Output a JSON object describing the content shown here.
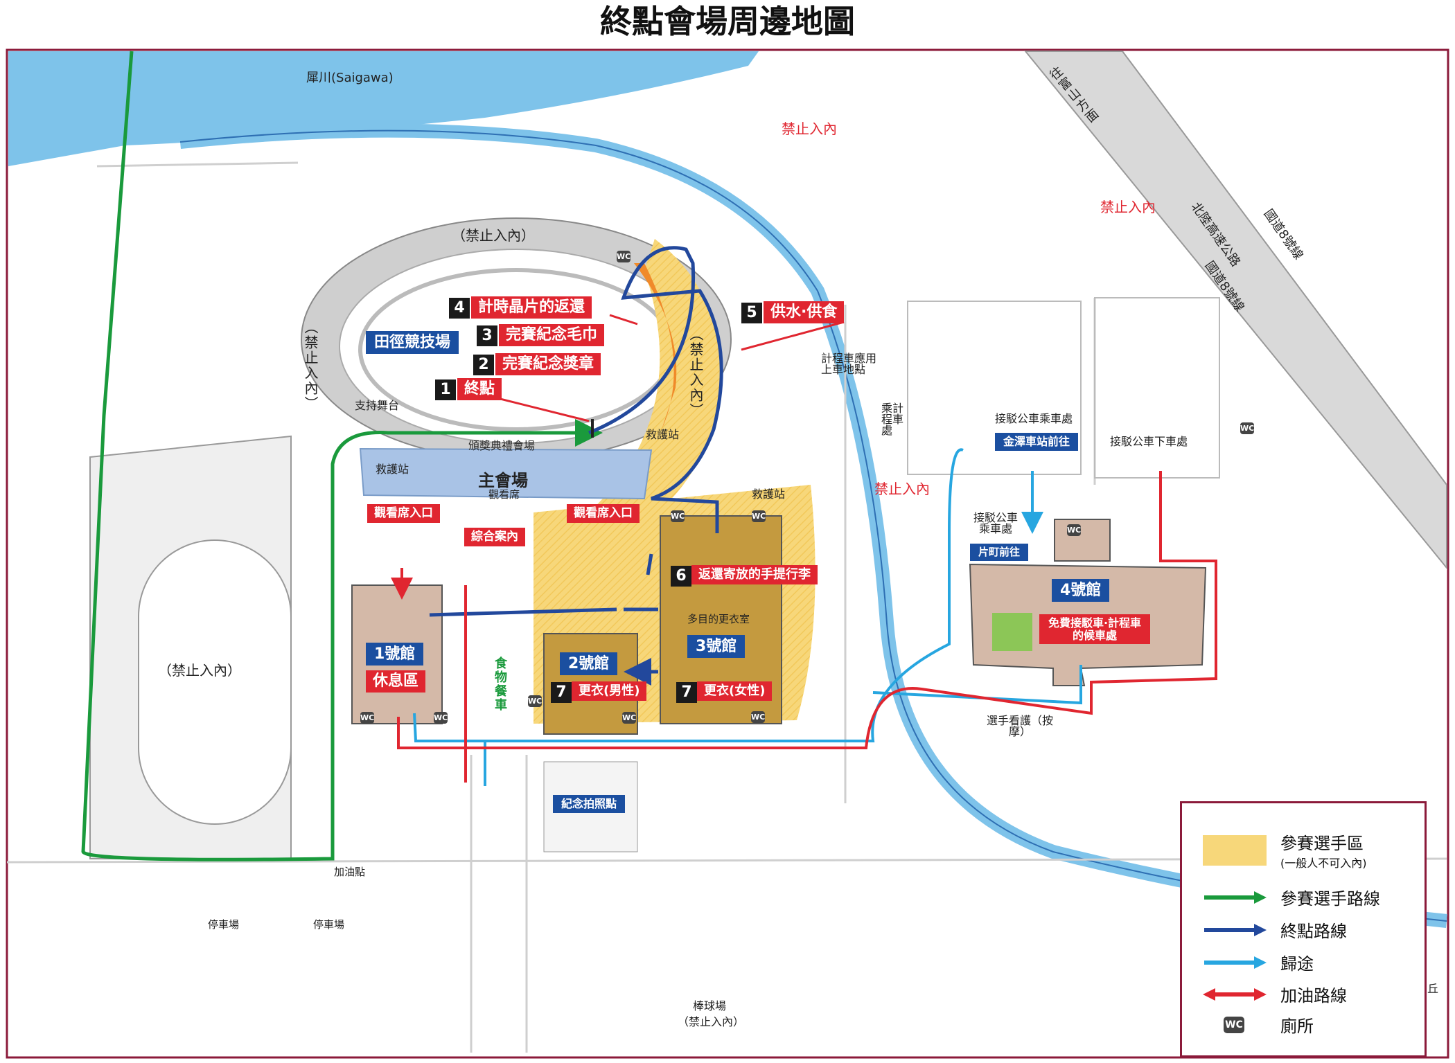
{
  "title": "終點會場周邊地圖",
  "map": {
    "areas": {
      "river": "犀川(Saigawa)",
      "toyama_direction": "往富山方面",
      "hokuriku_expressway": "北陸高速公路",
      "route8_a": "國道8號線",
      "route8_b": "國道8號線",
      "stadium_top_restricted": "（禁止入內）",
      "stadium_left_restricted": "（禁止入內）",
      "stadium_right_restricted": "（禁止入內）",
      "athletics_field": "田徑競技場",
      "support_stage": "支持舞台",
      "award_venue": "頒獎典禮會場",
      "main_venue": "主會場",
      "spectator_seats": "觀看席",
      "first_aid_1": "救護站",
      "first_aid_2": "救護站",
      "first_aid_3": "救護站",
      "spectator_entrance_1": "觀看席入口",
      "spectator_entrance_2": "觀看席入口",
      "info_center": "綜合案內",
      "no_entry_1": "禁止入內",
      "no_entry_2": "禁止入內",
      "no_entry_3": "禁止入內",
      "left_field_restricted": "（禁止入內）",
      "taxi_stand": "計程車應用上車地點",
      "taxi_stop": "乘計程車處",
      "shuttle_board": "接駁公車乘車處",
      "kanazawa_station": "金澤車站前往",
      "shuttle_alight": "接駁公車下車處",
      "shuttle_board_2": "接駁公車乘車處",
      "katamachi": "片町前往",
      "hall4": "4號館",
      "free_shuttle": "免費接駁車·計程車的候車處",
      "runner_care": "選手看護（按摩）",
      "hall1": "1號館",
      "rest_area": "休息區",
      "food_trucks": "食物餐車",
      "hall2": "2號館",
      "hall3": "3號館",
      "multipurpose_room": "多目的更衣室",
      "photo_spot": "紀念拍照點",
      "cheer_point": "加油點",
      "parking_1": "停車場",
      "parking_2": "停車場",
      "baseball": "棒球場",
      "baseball_restricted": "（禁止入內）",
      "hill": "丘",
      "wc": "WC"
    },
    "steps": [
      {
        "num": "1",
        "label": "終點"
      },
      {
        "num": "2",
        "label": "完賽紀念獎章"
      },
      {
        "num": "3",
        "label": "完賽紀念毛巾"
      },
      {
        "num": "4",
        "label": "計時晶片的返還"
      },
      {
        "num": "5",
        "label": "供水·供食"
      },
      {
        "num": "6",
        "label": "返還寄放的手提行李"
      },
      {
        "num": "7",
        "label": "更衣(男性)"
      },
      {
        "num": "7",
        "label": "更衣(女性)"
      }
    ]
  },
  "legend": {
    "runner_area": "參賽選手區",
    "runner_area_note": "(一般人不可入內)",
    "runner_route": "參賽選手路線",
    "finish_route": "終點路線",
    "return_route": "歸途",
    "cheer_route": "加油路線",
    "toilet": "廁所",
    "colors": {
      "runner_area": "#f7d77a",
      "runner_route": "#1a9a3c",
      "finish_route": "#22489c",
      "return_route": "#27a6e0",
      "cheer_route": "#e02630",
      "river": "#7ec3ea",
      "frame": "#8b1a3a"
    }
  }
}
